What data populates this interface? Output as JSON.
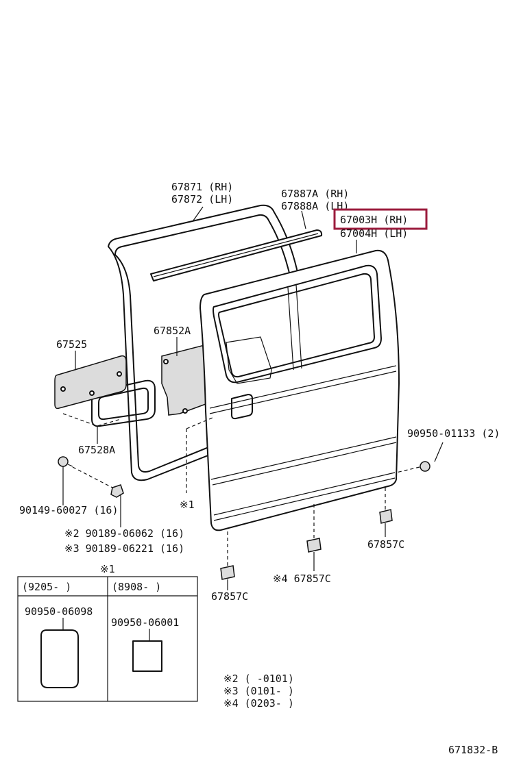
{
  "labels": {
    "p67871": "67871 (RH)",
    "p67872": "67872 (LH)",
    "p67887a": "67887A (RH)",
    "p67888a": "67888A (LH)",
    "p67003h": "67003H (RH)",
    "p67004h": "67004H (LH)",
    "p67525": "67525",
    "p67852a": "67852A",
    "p67528a": "67528A",
    "p90950_01133": "90950-01133 (2)",
    "p90149": "90149-60027 (16)",
    "p90189_06062": "※2 90189-06062 (16)",
    "p90189_06221": "※3 90189-06221 (16)",
    "ref1": "※1",
    "p67857c_right": "67857C",
    "p67857c_mid": "※4 67857C",
    "p67857c_left": "67857C",
    "diagram_id": "671832-B"
  },
  "inset": {
    "title": "※1",
    "col1_header": "(9205-       )",
    "col2_header": "(8908-       )",
    "col1_part": "90950-06098",
    "col2_part": "90950-06001"
  },
  "notes": {
    "n2": "※2 (      -0101)",
    "n3": "※3 (0101-      )",
    "n4": "※4 (0203-      )"
  },
  "highlight": {
    "part": "67003H (RH)",
    "color": "#9b1b3c"
  }
}
